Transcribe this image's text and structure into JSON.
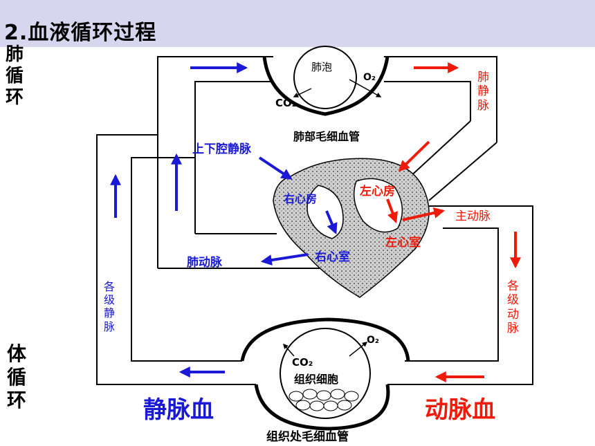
{
  "title": "2.血液循环过程",
  "pulmonary_circulation": "肺循环",
  "systemic_circulation": "体循环",
  "alveoli": "肺泡",
  "o2": "O₂",
  "co2": "CO₂",
  "lung_capillaries": "肺部毛细血管",
  "pulmonary_vein": "肺静脉",
  "vena_cava": "上下腔静脉",
  "right_atrium": "右心房",
  "left_atrium": "左心房",
  "aorta": "主动脉",
  "left_ventricle": "左心室",
  "right_ventricle": "右心室",
  "pulmonary_artery": "肺动脉",
  "veins_all_levels": "各级静脉",
  "arteries_all_levels": "各级动脉",
  "tissue_cells": "组织细胞",
  "venous_blood": "静脉血",
  "arterial_blood": "动脉血",
  "tissue_capillaries": "组织处毛细血管",
  "colors": {
    "venous": "#1a1ad6",
    "arterial": "#ee1a0a",
    "title_bar": "#d6d6ee"
  }
}
